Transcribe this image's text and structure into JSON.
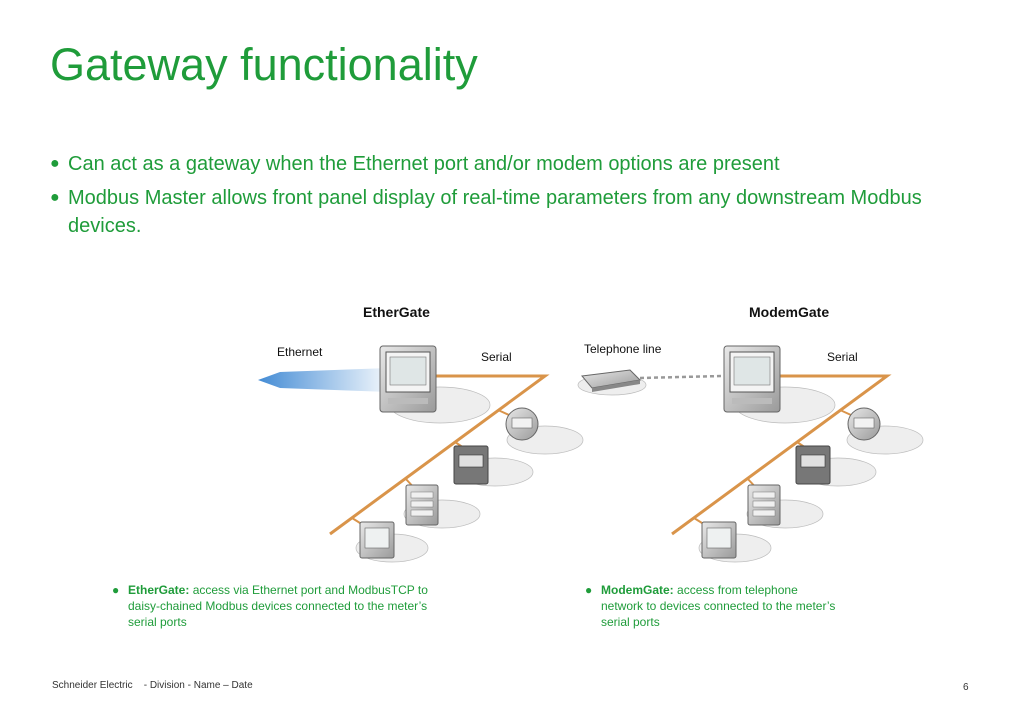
{
  "title": "Gateway functionality",
  "bullets": [
    "Can act as a gateway when the Ethernet port and/or modem options are present",
    "Modbus Master allows front panel display of real-time parameters from any downstream Modbus devices."
  ],
  "bullet_glyph": "●",
  "diagram": {
    "ethergate": {
      "heading": "EtherGate",
      "ethernet_label": "Ethernet",
      "serial_label": "Serial"
    },
    "modemgate": {
      "heading": "ModemGate",
      "telephone_label": "Telephone line",
      "serial_label": "Serial"
    }
  },
  "captions": {
    "ethergate": {
      "bold": "EtherGate:",
      "text": " access via Ethernet port and ModbusTCP to daisy-chained Modbus devices connected to the meter’s serial ports"
    },
    "modemgate": {
      "bold": "ModemGate:",
      "text": " access from telephone network to devices connected to the meter’s serial ports"
    }
  },
  "footer": {
    "company": "Schneider Electric",
    "meta": "- Division - Name – Date",
    "page_number": "6"
  },
  "colors": {
    "brand_green": "#1f9c3a",
    "serial_line": "#d9944a",
    "ethernet_blue": "#2f7fd0"
  }
}
